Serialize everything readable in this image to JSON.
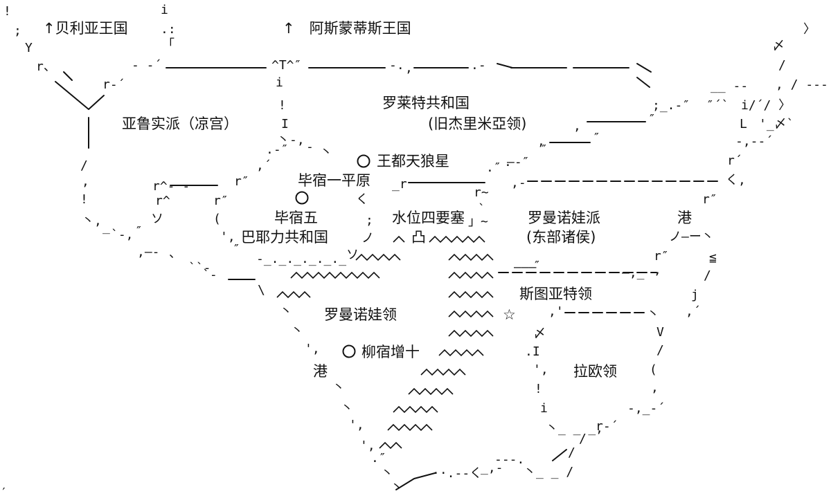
{
  "labels": {
    "kingdom_bellia": "↑贝利亚王国",
    "kingdom_asmondeus": "↑　阿斯蒙蒂斯王国",
    "arun_faction": "亚鲁实派（凉宫）",
    "rolet_republic": "罗莱特共和国",
    "rolet_old": "(旧杰里米亞领)",
    "capital_name": "王都天狼星",
    "bisu_plain": "毕宿一平原",
    "bisu_five": "毕宿五",
    "bayeli_republic": "巴耶力共和国",
    "water_fortress": "水位四要塞",
    "romanova_faction": "罗曼诺娃派",
    "east_nobles": "(东部诸侯)",
    "port_east": "港",
    "stewart": "斯图亚特领",
    "romanova_domain": "罗曼诺娃领",
    "liusu_city": "柳宿增十",
    "port_west": "港",
    "laou": "拉欧领"
  },
  "symbols": {
    "star": "☆",
    "concave": "凸",
    "capital_icon": "circle-city-icon"
  }
}
